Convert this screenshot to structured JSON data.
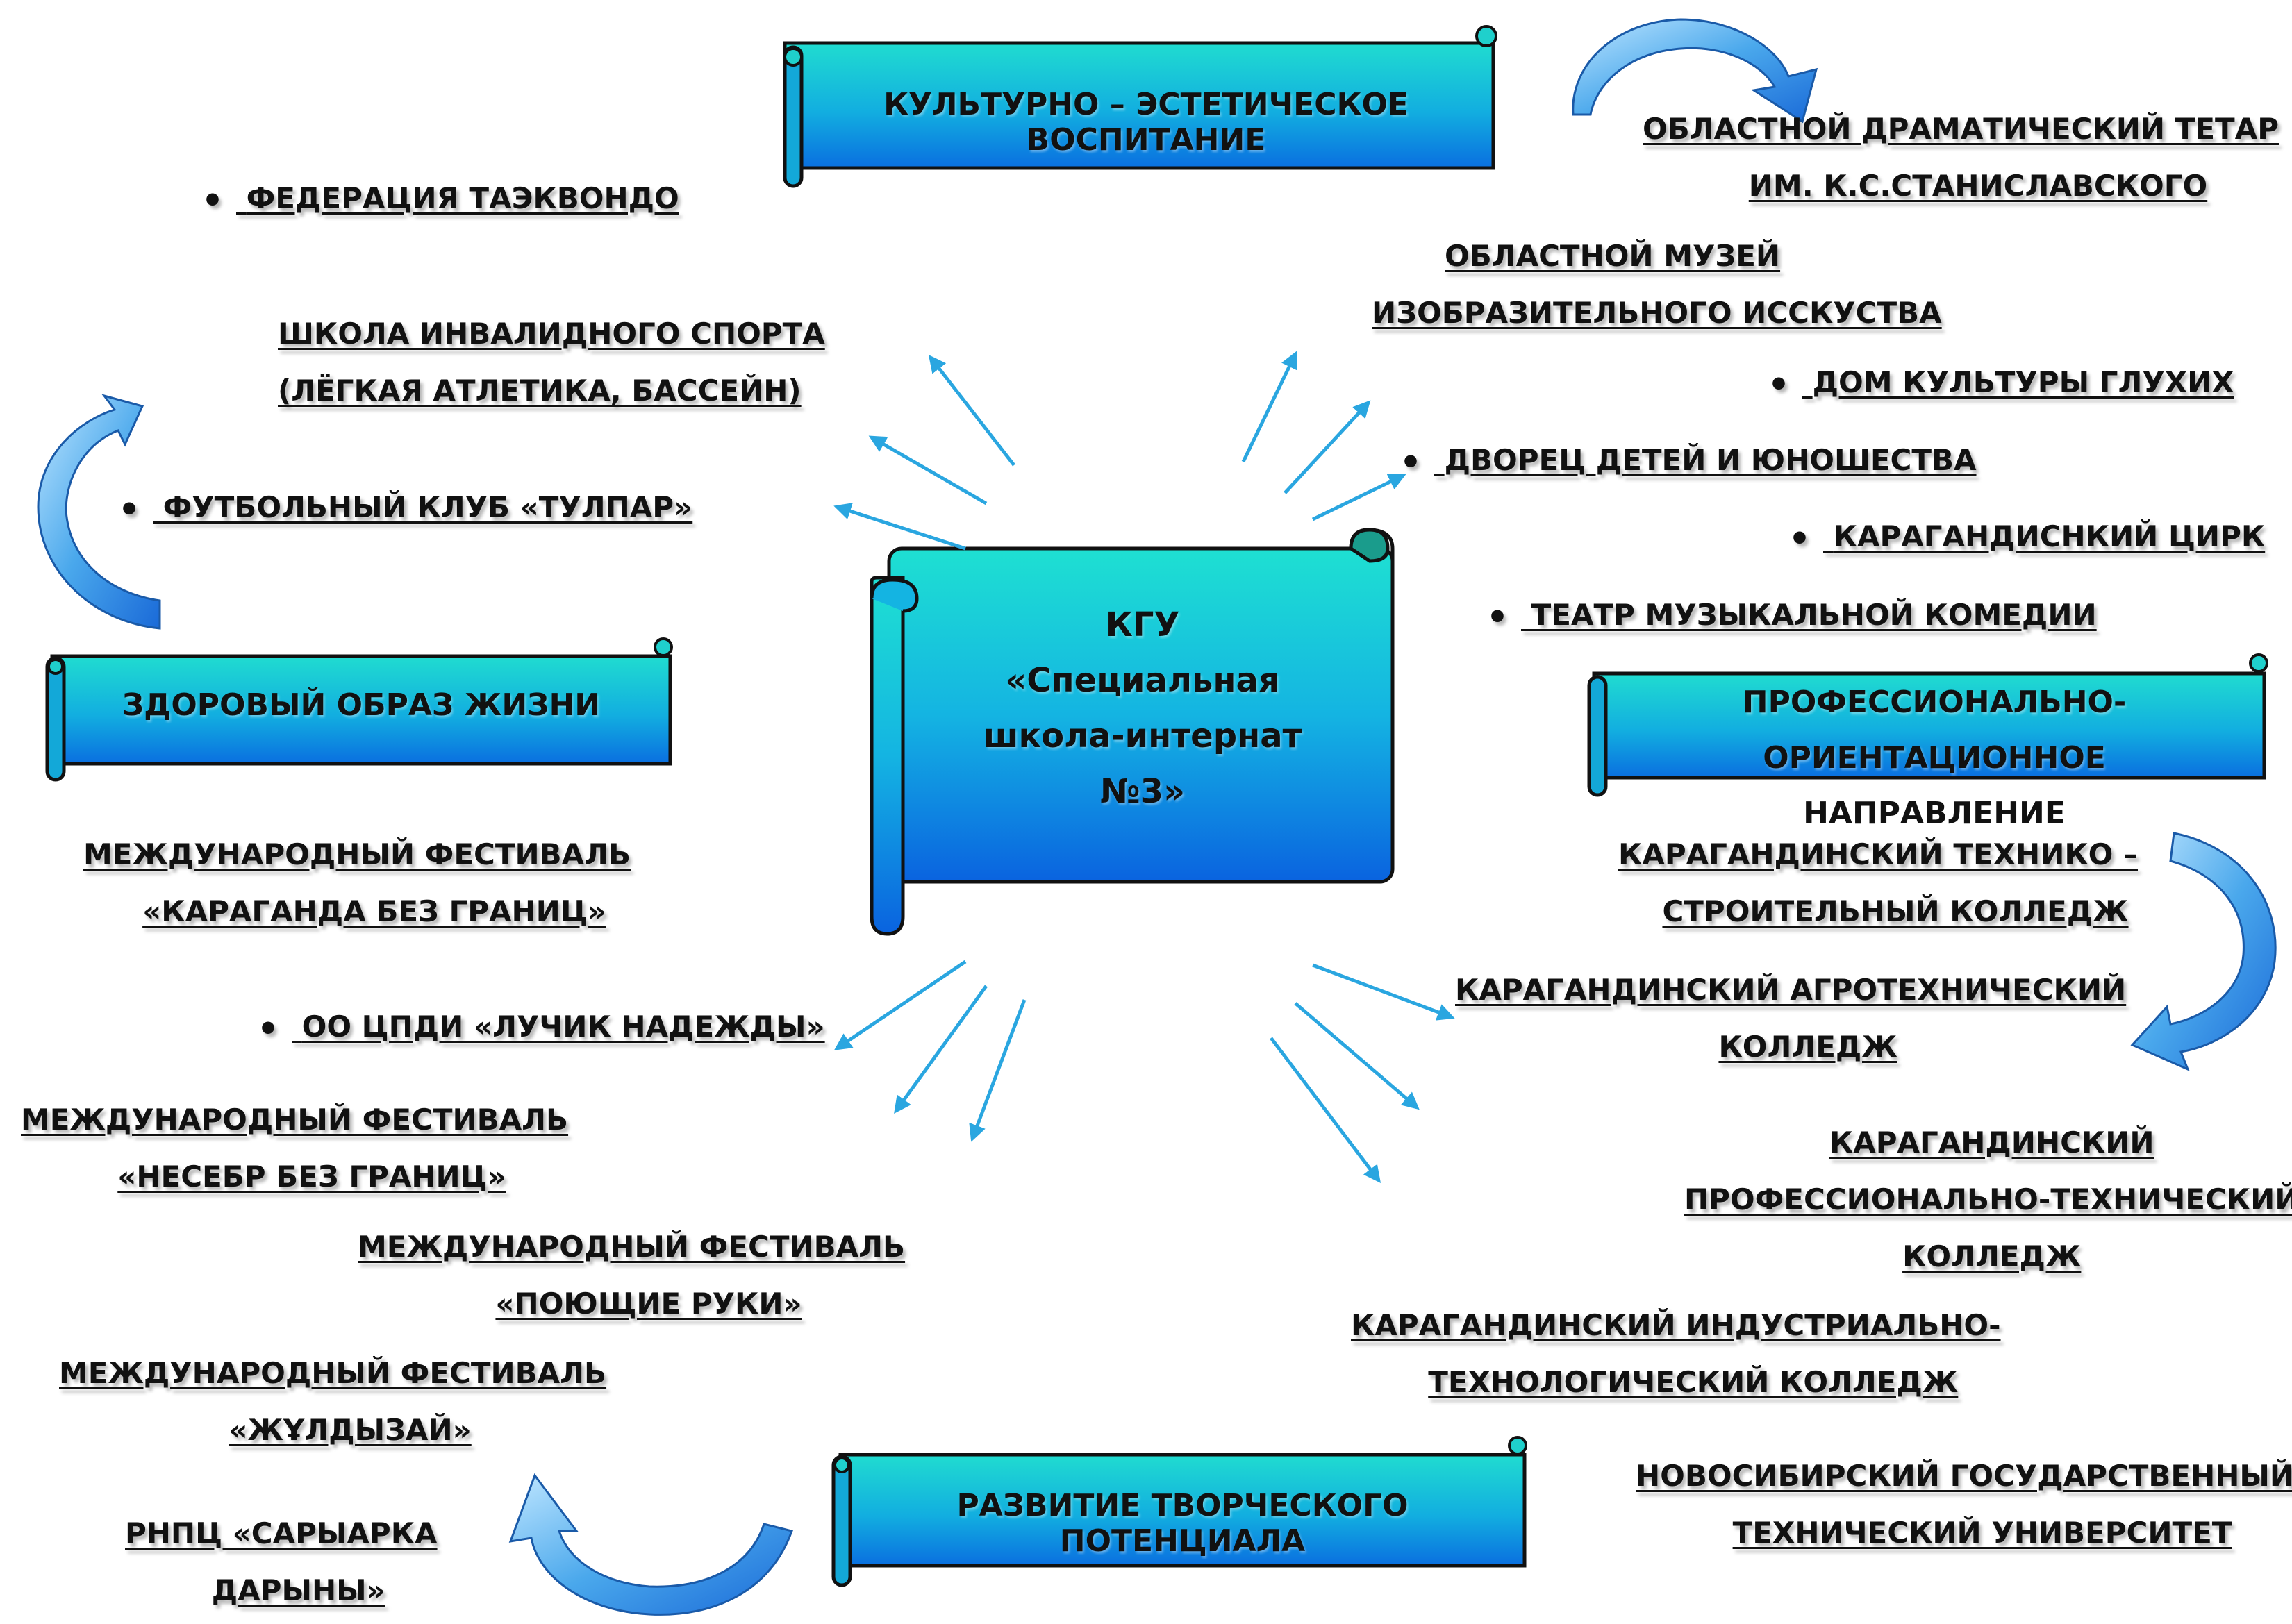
{
  "center": {
    "line1": "КГУ",
    "line2": "«Специальная",
    "line3": "школа-интернат",
    "line4": "№3»"
  },
  "banners": {
    "culture": "КУЛЬТУРНО – ЭСТЕТИЧЕСКОЕ ВОСПИТАНИЕ",
    "health": "ЗДОРОВЫЙ ОБРАЗ ЖИЗНИ",
    "career_line1": "ПРОФЕССИОНАЛЬНО-ОРИЕНТАЦИОННОЕ",
    "career_line2": "НАПРАВЛЕНИЕ",
    "creative": "РАЗВИТИЕ ТВОРЧЕСКОГО ПОТЕНЦИАЛА"
  },
  "items": {
    "taekwondo": "ФЕДЕРАЦИЯ ТАЭКВОНДО",
    "invalid_sport_1": "ШКОЛА ИНВАЛИДНОГО СПОРТА",
    "invalid_sport_2": "(ЛЁГКАЯ АТЛЕТИКА, БАССЕЙН)",
    "tulpar": "ФУТБОЛЬНЫЙ КЛУБ «ТУЛПАР»",
    "drama_1": "ОБЛАСТНОЙ ДРАМАТИЧЕСКИЙ ТЕТАР",
    "drama_2": "ИМ. К.С.СТАНИСЛАВСКОГО",
    "museum_1": "ОБЛАСТНОЙ МУЗЕЙ",
    "museum_2": "ИЗОБРАЗИТЕЛЬНОГО ИССКУСТВА",
    "deaf_house": "ДОМ КУЛЬТУРЫ ГЛУХИХ",
    "palace": "ДВОРЕЦ ДЕТЕЙ И ЮНОШЕСТВА",
    "circus": "КАРАГАНДИСНКИЙ ЦИРК",
    "comedy": "ТЕАТР МУЗЫКАЛЬНОЙ КОМЕДИИ",
    "fest_karaganda_1": "МЕЖДУНАРОДНЫЙ ФЕСТИВАЛЬ",
    "fest_karaganda_2": "«КАРАГАНДА БЕЗ ГРАНИЦ»",
    "luchik": "ОО ЦПДИ «ЛУЧИК НАДЕЖДЫ»",
    "fest_nesebr_1": "МЕЖДУНАРОДНЫЙ ФЕСТИВАЛЬ",
    "fest_nesebr_2": "«НЕСЕБР БЕЗ ГРАНИЦ»",
    "fest_hands_1": "МЕЖДУНАРОДНЫЙ  ФЕСТИВАЛЬ",
    "fest_hands_2": "«ПОЮЩИЕ РУКИ»",
    "fest_zhuldyzai_1": "МЕЖДУНАРОДНЫЙ  ФЕСТИВАЛЬ",
    "fest_zhuldyzai_2": "«ЖҰЛДЫЗАЙ»",
    "rnpc_1": " РНПЦ «САРЫАРКА",
    "rnpc_2": "ДАРЫНЫ»",
    "tech_build_1": "КАРАГАНДИНСКИЙ ТЕХНИКО –",
    "tech_build_2": "СТРОИТЕЛЬНЫЙ КОЛЛЕДЖ",
    "agro_1": "КАРАГАНДИНСКИЙ АГРОТЕХНИЧЕСКИЙ",
    "agro_2": "КОЛЛЕДЖ",
    "prof_tech_1": "КАРАГАНДИНСКИЙ",
    "prof_tech_2": "ПРОФЕССИОНАЛЬНО-ТЕХНИЧЕСКИЙ",
    "prof_tech_3": "КОЛЛЕДЖ",
    "industrial_1": "КАРАГАНДИНСКИЙ ИНДУСТРИАЛЬНО-",
    "industrial_2": "ТЕХНОЛОГИЧЕСКИЙ КОЛЛЕДЖ",
    "novosibirsk_1": "НОВОСИБИРСКИЙ ГОСУДАРСТВЕННЫЙ",
    "novosibirsk_2": "ТЕХНИЧЕСКИЙ УНИВЕРСИТЕТ"
  },
  "colors": {
    "banner_top": "#1fd6d0",
    "banner_bottom": "#0a7fe0",
    "arrow": "#2aa6e0",
    "curved_arrow": "#3a9ee0"
  }
}
